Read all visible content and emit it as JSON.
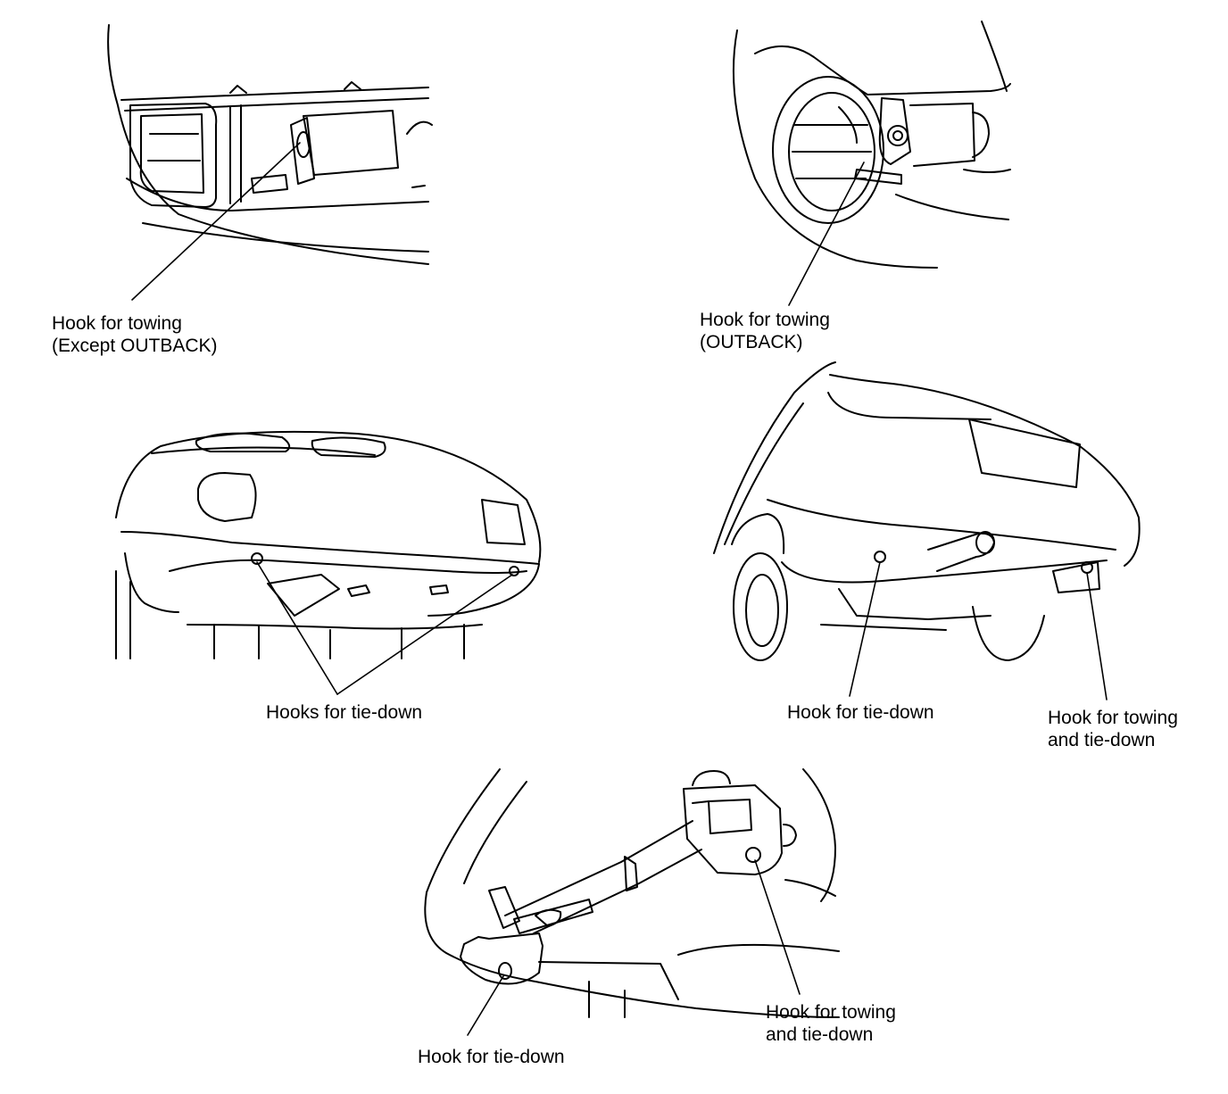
{
  "colors": {
    "ink": "#000000",
    "paper": "#ffffff"
  },
  "panels": {
    "front_except_outback": {
      "label_line1": "Hook for towing",
      "label_line2": "(Except OUTBACK)"
    },
    "front_outback": {
      "label_line1": "Hook for towing",
      "label_line2": "(OUTBACK)"
    },
    "front_underside": {
      "label": "Hooks for tie-down"
    },
    "rear_underside": {
      "tie_down_label": "Hook for tie-down",
      "towing_label_line1": "Hook for towing",
      "towing_label_line2": "and tie-down"
    },
    "rear_bracket": {
      "tie_down_label": "Hook for tie-down",
      "towing_label_line1": "Hook for towing",
      "towing_label_line2": "and tie-down"
    }
  }
}
